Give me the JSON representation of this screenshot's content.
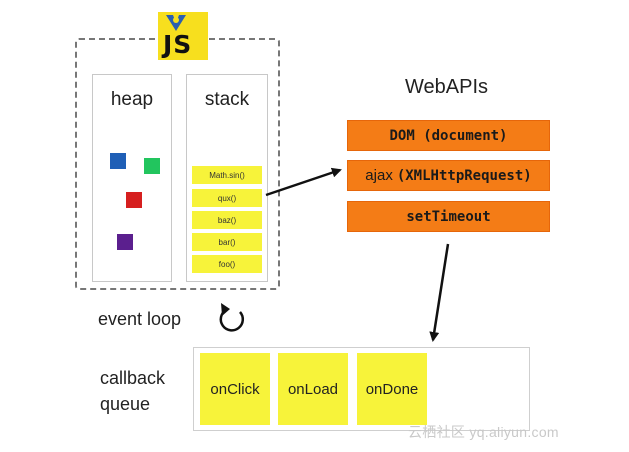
{
  "logo": {
    "text": "JS"
  },
  "heap": {
    "title": "heap"
  },
  "stack": {
    "title": "stack",
    "frames": [
      "Math.sin()",
      "qux()",
      "baz()",
      "bar()",
      "foo()"
    ]
  },
  "webapis": {
    "title": "WebAPIs",
    "items": [
      {
        "prefix": "",
        "mono": "DOM (document)"
      },
      {
        "prefix": "ajax",
        "mono": "(XMLHttpRequest)"
      },
      {
        "prefix": "",
        "mono": "setTimeout"
      }
    ]
  },
  "event_loop": {
    "label": "event loop"
  },
  "callback_queue": {
    "label_line1": "callback",
    "label_line2": "queue",
    "items": [
      "onClick",
      "onLoad",
      "onDone"
    ]
  },
  "watermark": {
    "text": "云栖社区 yq.aliyun.com"
  },
  "colors": {
    "heap_objects": [
      "#1f5fb6",
      "#22c55e",
      "#d61f1f",
      "#5b1f8e"
    ],
    "frame": "#f7f33a",
    "api": "#f47c16",
    "logo": "#f7df1e"
  }
}
